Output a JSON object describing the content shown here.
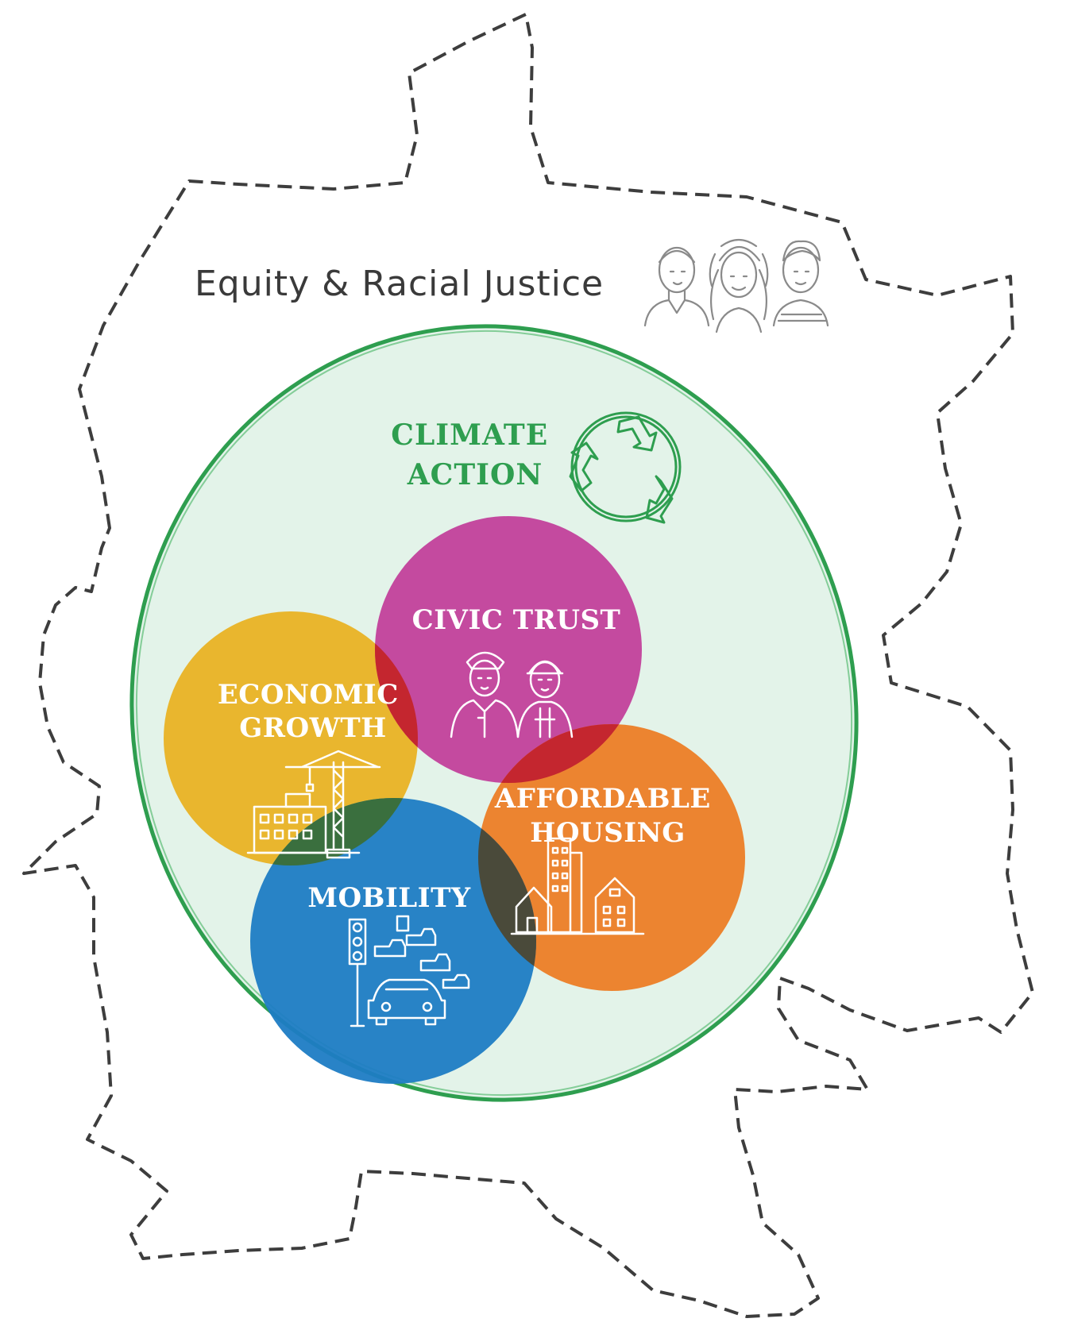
{
  "outer_region": {
    "label": "Equity & Racial Justice",
    "boundary_style": "dashed",
    "icon": "three-people-icon"
  },
  "container": {
    "label_lines": [
      "CLIMATE",
      "ACTION"
    ],
    "color": "#2e9e4f",
    "fill": "#e3f3e9",
    "icon": "recycle-icon"
  },
  "circles": [
    {
      "id": "economic-growth",
      "label_lines": [
        "ECONOMIC",
        "GROWTH"
      ],
      "color": "#e9b224",
      "icon": "construction-crane-icon"
    },
    {
      "id": "civic-trust",
      "label_lines": [
        "CIVIC TRUST"
      ],
      "color": "#c2409b",
      "icon": "police-firefighter-icon"
    },
    {
      "id": "affordable-housing",
      "label_lines": [
        "AFFORDABLE",
        "HOUSING"
      ],
      "color": "#ec7d26",
      "icon": "houses-buildings-icon"
    },
    {
      "id": "mobility",
      "label_lines": [
        "MOBILITY"
      ],
      "color": "#1d7cc4",
      "icon": "traffic-cars-icon"
    }
  ]
}
